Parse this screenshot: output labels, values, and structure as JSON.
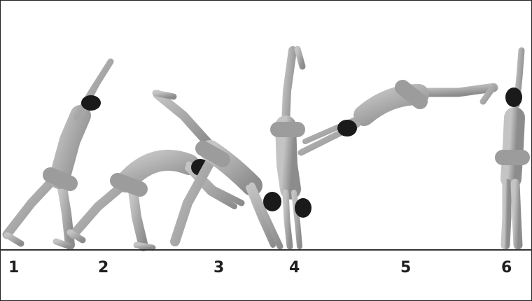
{
  "figure": {
    "steps": [
      {
        "number": "1",
        "pose": "lunge-arms-raised"
      },
      {
        "number": "2",
        "pose": "bridge-backward-bend"
      },
      {
        "number": "3",
        "pose": "split-leg-walkover"
      },
      {
        "number": "4",
        "pose": "handstand"
      },
      {
        "number": "5",
        "pose": "horizontal-arch"
      },
      {
        "number": "6",
        "pose": "upright-stand-arms-up"
      }
    ],
    "colors": {
      "body": "#a9a9a9",
      "body_shadow": "#7c7c7c",
      "hair": "#1a1a1a",
      "ground": "#333333",
      "label": "#1e1e1e"
    }
  }
}
